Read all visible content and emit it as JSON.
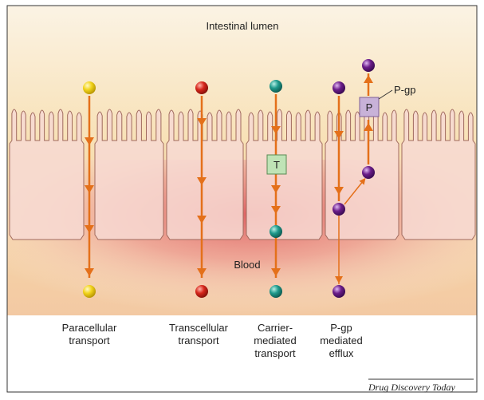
{
  "title_top": "Intestinal lumen",
  "title_bottom": "Blood",
  "pgp_label": "P-gp",
  "pgp_box_letter": "P",
  "transporter_letter": "T",
  "routes": [
    {
      "lines": [
        "Paracellular",
        "transport"
      ],
      "particle_color": "#f2d41c"
    },
    {
      "lines": [
        "Transcellular",
        "transport"
      ],
      "particle_color": "#d6261b"
    },
    {
      "lines": [
        "Carrier-",
        "mediated",
        "transport"
      ],
      "particle_color": "#1f9a8c"
    },
    {
      "lines": [
        "P-gp",
        "mediated",
        "efflux"
      ],
      "particle_color": "#6b1d8a"
    }
  ],
  "credit": "Drug Discovery Today",
  "colors": {
    "arrow": "#e4701a",
    "cell_fill": "#f7d9d2",
    "cell_stroke": "#a06a5e",
    "lumen_warm": "#f6d08e",
    "blood_red": "#d73c4d",
    "transporter_fill": "#bfe3b6",
    "pgp_fill": "#c8b2d8"
  }
}
